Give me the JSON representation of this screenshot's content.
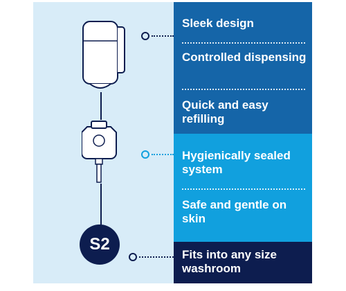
{
  "features": {
    "sleek_design": "Sleek design",
    "controlled_dispensing": "Controlled dispensing",
    "quick_refilling": "Quick and easy refilling",
    "hygienically_sealed": "Hygienically sealed system",
    "safe_gentle": "Safe and gentle on skin",
    "fits_washroom": "Fits into any size washroom"
  },
  "badge": {
    "label": "S2"
  },
  "colors": {
    "panel_background": "#d8ecf8",
    "dark_blue": "#1565a8",
    "light_blue": "#11a0de",
    "navy": "#0d1d4f"
  },
  "icons": {
    "dispenser": "soap-dispenser-icon",
    "cartridge": "refill-cartridge-icon"
  }
}
